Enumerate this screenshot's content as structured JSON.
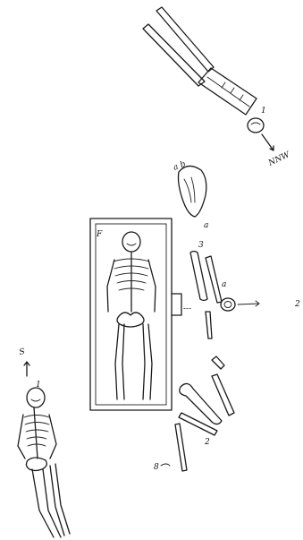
{
  "labels": {
    "nnw": "NNW",
    "top_number": "1",
    "grave_letter": "F",
    "left_number": "1",
    "right_small": "3",
    "lower_number": "2",
    "lower_left": "8",
    "s_text": "S",
    "dash_text": "---",
    "note_a": "a b",
    "note_b": "a",
    "arrow_label": "2"
  }
}
